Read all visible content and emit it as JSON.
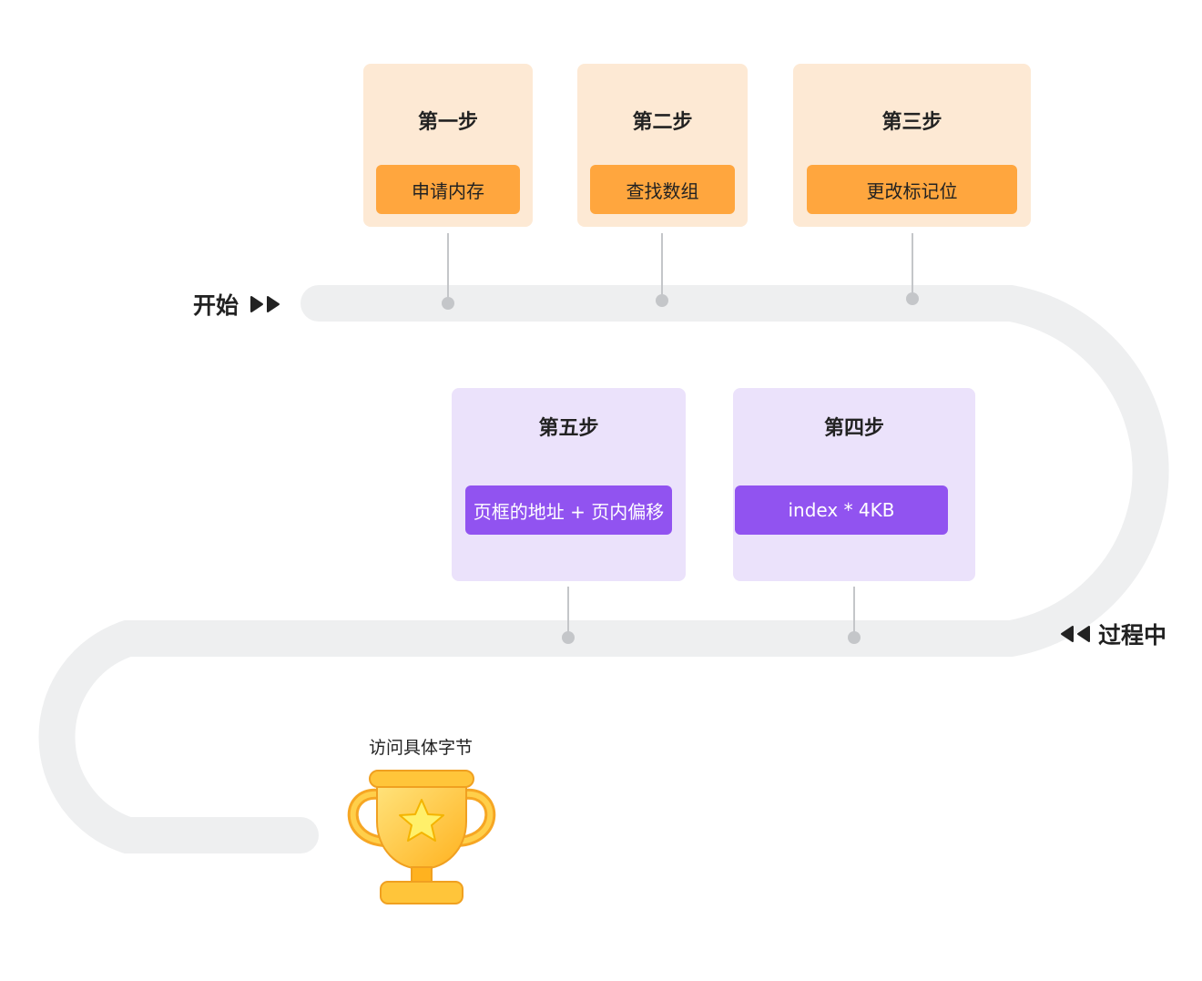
{
  "labels": {
    "start": "开始",
    "in_progress": "过程中",
    "goal": "访问具体字节"
  },
  "steps": [
    {
      "title": "第一步",
      "action": "申请内存"
    },
    {
      "title": "第二步",
      "action": "查找数组"
    },
    {
      "title": "第三步",
      "action": "更改标记位"
    },
    {
      "title": "第四步",
      "action": "index * 4KB"
    },
    {
      "title": "第五步",
      "action": "页框的地址 + 页内偏移"
    }
  ],
  "colors": {
    "track": "#eeeff0",
    "connector": "#c4c6c9",
    "card_orange": "#fde9d4",
    "pill_orange": "#ffa63e",
    "card_purple": "#ebe2fb",
    "pill_purple": "#9153f0",
    "trophy": "#ffc53a"
  },
  "icons": [
    "forward-arrows-icon",
    "backward-arrows-icon",
    "trophy-icon",
    "star-icon"
  ]
}
